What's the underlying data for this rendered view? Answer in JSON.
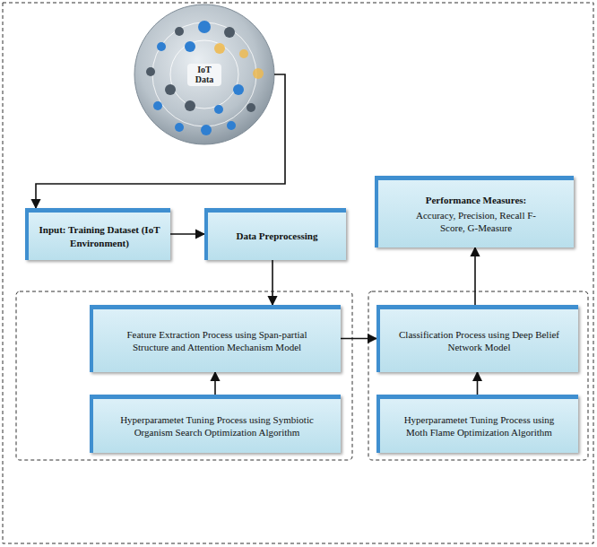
{
  "diagram": {
    "nodes": [
      {
        "text": [
          "IoT Data"
        ]
      },
      {
        "text": [
          "Input: Training Dataset (IoT Environment)"
        ]
      },
      {
        "text": [
          "Data Preprocessing"
        ]
      },
      {
        "text": [
          "Performance Measures:",
          "Accuracy, Precision, Recall F-Score, G-Measure"
        ]
      },
      {
        "text": [
          "Feature Extraction Process using Span-partial Structure and Attention Mechanism Model"
        ]
      },
      {
        "text": [
          "Hyperparametet Tuning Process using Symbiotic Organism Search Optimization Algorithm"
        ]
      },
      {
        "text": [
          "Classification Process using Deep Belief Network Model"
        ]
      },
      {
        "text": [
          "Hyperparametet Tuning Process using Moth Flame Optimization Algorithm"
        ]
      }
    ],
    "edges": [
      {
        "from": 0,
        "to": 1,
        "arrow": "to"
      },
      {
        "from": 1,
        "to": 2,
        "arrow": "to"
      },
      {
        "from": 2,
        "to": 4,
        "arrow": "to"
      },
      {
        "from": 5,
        "to": 4,
        "arrow": "to"
      },
      {
        "from": 4,
        "to": 6,
        "arrow": "to"
      },
      {
        "from": 7,
        "to": 6,
        "arrow": "to"
      },
      {
        "from": 6,
        "to": 3,
        "arrow": "to"
      }
    ]
  }
}
